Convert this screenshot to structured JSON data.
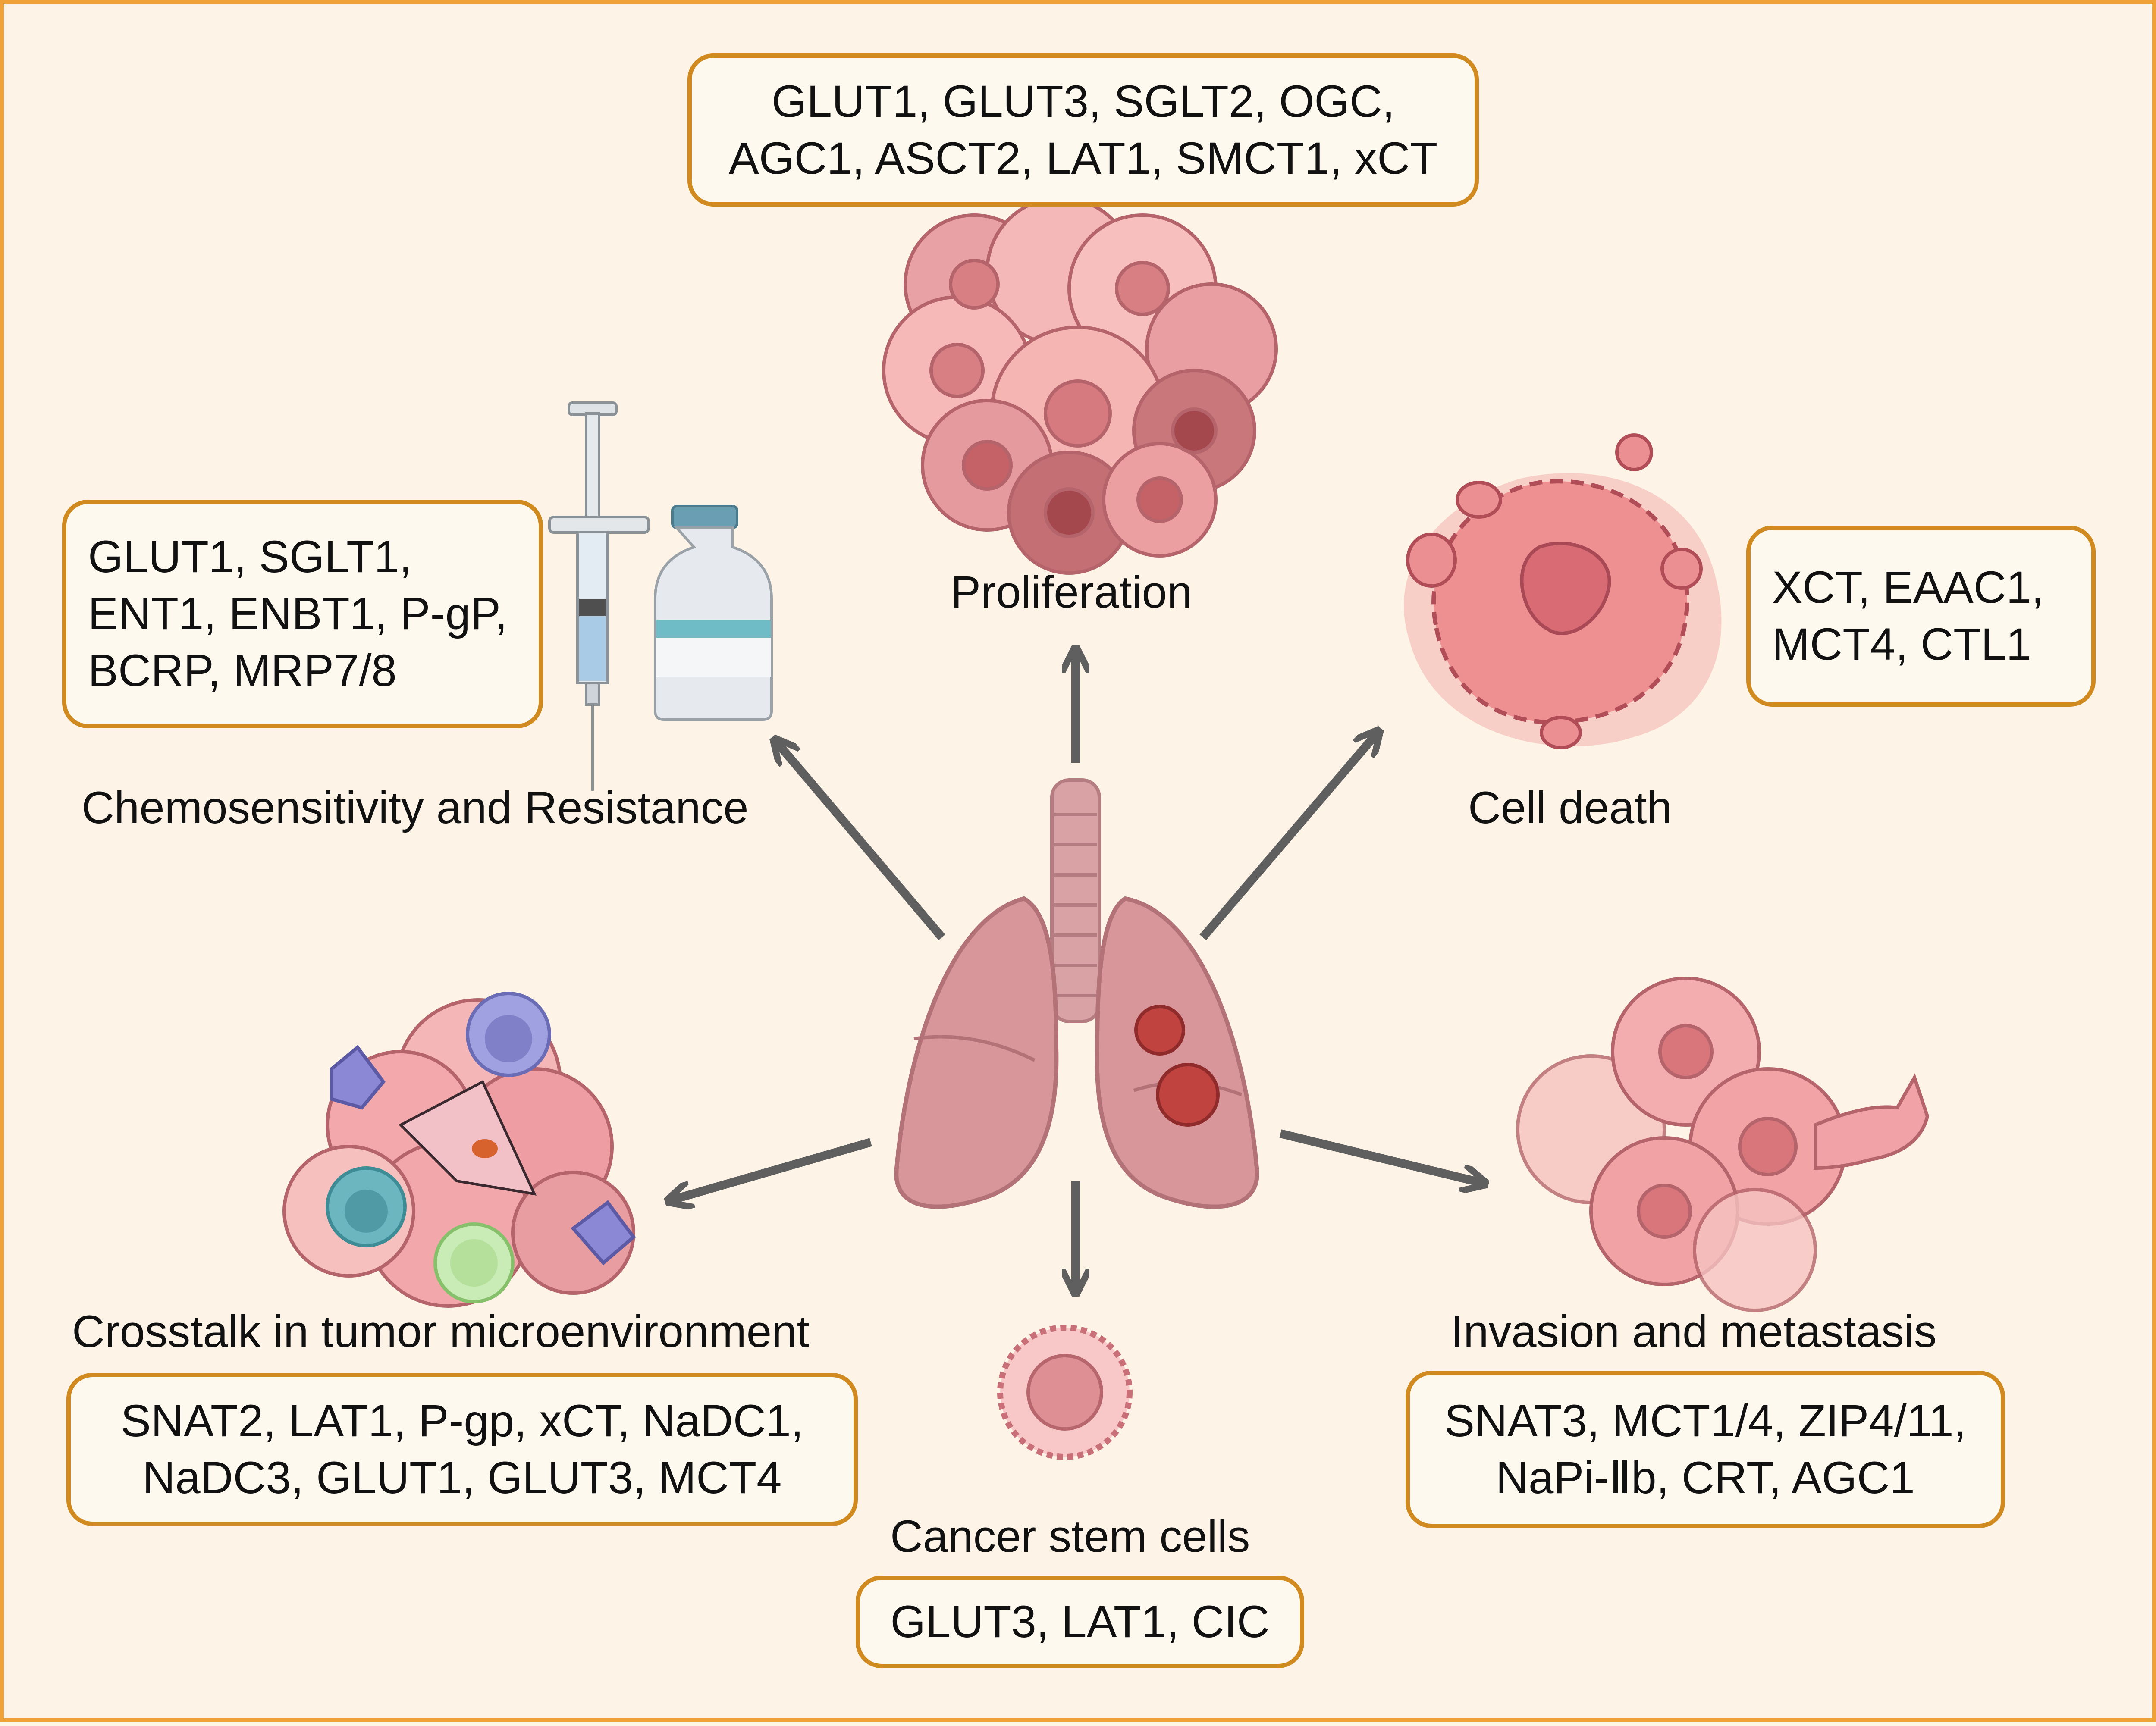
{
  "colors": {
    "background": "#fdf4e7",
    "frame": "#f0a238",
    "box_border": "#d08a1f",
    "arrow": "#5f5f5f",
    "cell_light": "#f4aaa8",
    "cell_dark": "#c97374",
    "lung": "#d9969a"
  },
  "center": {
    "icon": "lungs-with-tumor-icon"
  },
  "categories": [
    {
      "id": "proliferation",
      "title": "Proliferation",
      "icon": "cell-cluster-icon",
      "transporters": [
        "GLUT1, GLUT3, SGLT2, OGC,",
        "AGC1, ASCT2, LAT1, SMCT1, xCT"
      ]
    },
    {
      "id": "cell-death",
      "title": "Cell death",
      "icon": "dying-cell-icon",
      "transporters": [
        "XCT, EAAC1,",
        "MCT4, CTL1"
      ]
    },
    {
      "id": "chemo",
      "title": "Chemosensitivity and Resistance",
      "icon": "syringe-and-vial-icon",
      "transporters": [
        "GLUT1, SGLT1,",
        "ENT1, ENBT1, P-gP,",
        "BCRP, MRP7/8"
      ]
    },
    {
      "id": "crosstalk",
      "title": "Crosstalk in tumor microenvironment",
      "icon": "tumor-microenvironment-icon",
      "transporters": [
        "SNAT2, LAT1, P-gp, xCT, NaDC1,",
        "NaDC3, GLUT1, GLUT3, MCT4"
      ]
    },
    {
      "id": "invasion",
      "title": "Invasion and metastasis",
      "icon": "migrating-cells-icon",
      "transporters": [
        "SNAT3, MCT1/4, ZIP4/11,",
        "NaPi-Ⅱb, CRT, AGC1"
      ]
    },
    {
      "id": "csc",
      "title": "Cancer stem cells",
      "icon": "stem-cell-icon",
      "transporters": [
        "GLUT3, LAT1, CIC"
      ]
    }
  ]
}
